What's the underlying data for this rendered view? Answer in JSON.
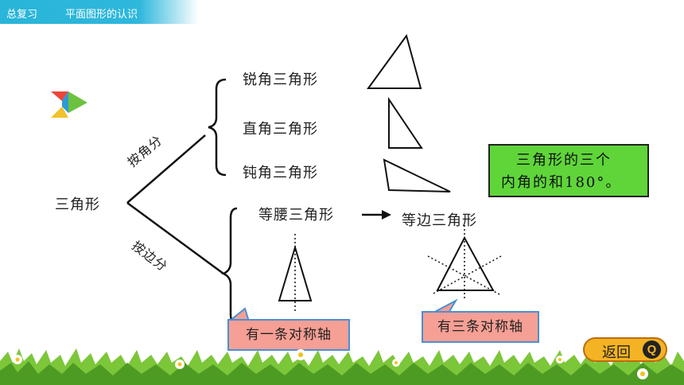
{
  "header": {
    "unit": "总复习",
    "topic": "平面图形的认识"
  },
  "root_label": "三角形",
  "branch_by_angle": "按角分",
  "branch_by_side": "按边分",
  "angle_types": [
    "锐角三角形",
    "直角三角形",
    "钝角三角形"
  ],
  "side_types": {
    "isosceles": "等腰三角形",
    "equilateral": "等边三角形"
  },
  "note": {
    "line1": "三角形的三个",
    "line2": "内角的和180°。"
  },
  "bubbles": {
    "isosceles_axes": "有一条对称轴",
    "equilateral_axes": "有三条对称轴"
  },
  "back_button": {
    "label": "返回",
    "icon": "search-icon"
  },
  "colors": {
    "header": "#28b5d8",
    "note": "#5fd53a",
    "bubble": "#f59f95",
    "back": "#f4b322"
  }
}
